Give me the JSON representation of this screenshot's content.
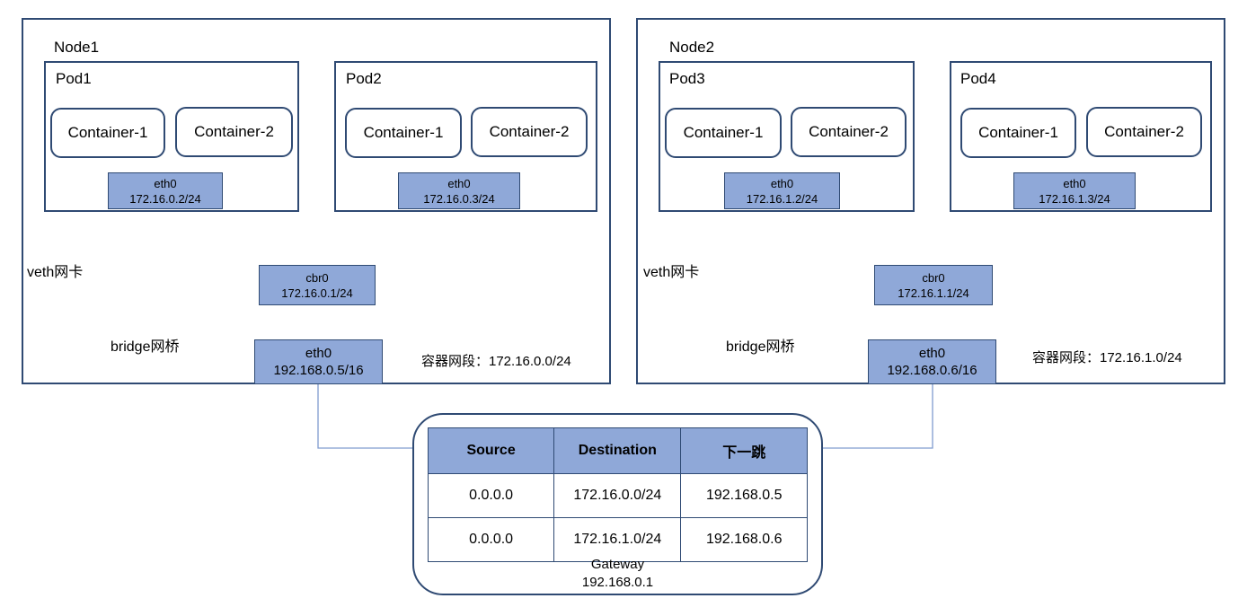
{
  "nodes": [
    {
      "name": "Node1",
      "pods": [
        {
          "name": "Pod1",
          "containers": [
            "Container-1",
            "Container-2"
          ],
          "eth_name": "eth0",
          "eth_ip": "172.16.0.2/24"
        },
        {
          "name": "Pod2",
          "containers": [
            "Container-1",
            "Container-2"
          ],
          "eth_name": "eth0",
          "eth_ip": "172.16.0.3/24"
        }
      ],
      "bridge": {
        "name": "cbr0",
        "ip": "172.16.0.1/24"
      },
      "host_eth": {
        "name": "eth0",
        "ip": "192.168.0.5/16"
      },
      "veth_label": "veth网卡",
      "bridge_label": "bridge网桥",
      "subnet_label": "容器网段：172.16.0.0/24"
    },
    {
      "name": "Node2",
      "pods": [
        {
          "name": "Pod3",
          "containers": [
            "Container-1",
            "Container-2"
          ],
          "eth_name": "eth0",
          "eth_ip": "172.16.1.2/24"
        },
        {
          "name": "Pod4",
          "containers": [
            "Container-1",
            "Container-2"
          ],
          "eth_name": "eth0",
          "eth_ip": "172.16.1.3/24"
        }
      ],
      "bridge": {
        "name": "cbr0",
        "ip": "172.16.1.1/24"
      },
      "host_eth": {
        "name": "eth0",
        "ip": "192.168.0.6/16"
      },
      "veth_label": "veth网卡",
      "bridge_label": "bridge网桥",
      "subnet_label": "容器网段：172.16.1.0/24"
    }
  ],
  "gateway": {
    "title": "Gateway",
    "ip": "192.168.0.1",
    "table": {
      "headers": [
        "Source",
        "Destination",
        "下一跳"
      ],
      "rows": [
        [
          "0.0.0.0",
          "172.16.0.0/24",
          "192.168.0.5"
        ],
        [
          "0.0.0.0",
          "172.16.1.0/24",
          "192.168.0.6"
        ]
      ]
    }
  },
  "colors": {
    "border": "#2f4a73",
    "nic_fill": "#8fa8d8",
    "link": "#7f9ccf",
    "arrow": "#e8231c"
  }
}
